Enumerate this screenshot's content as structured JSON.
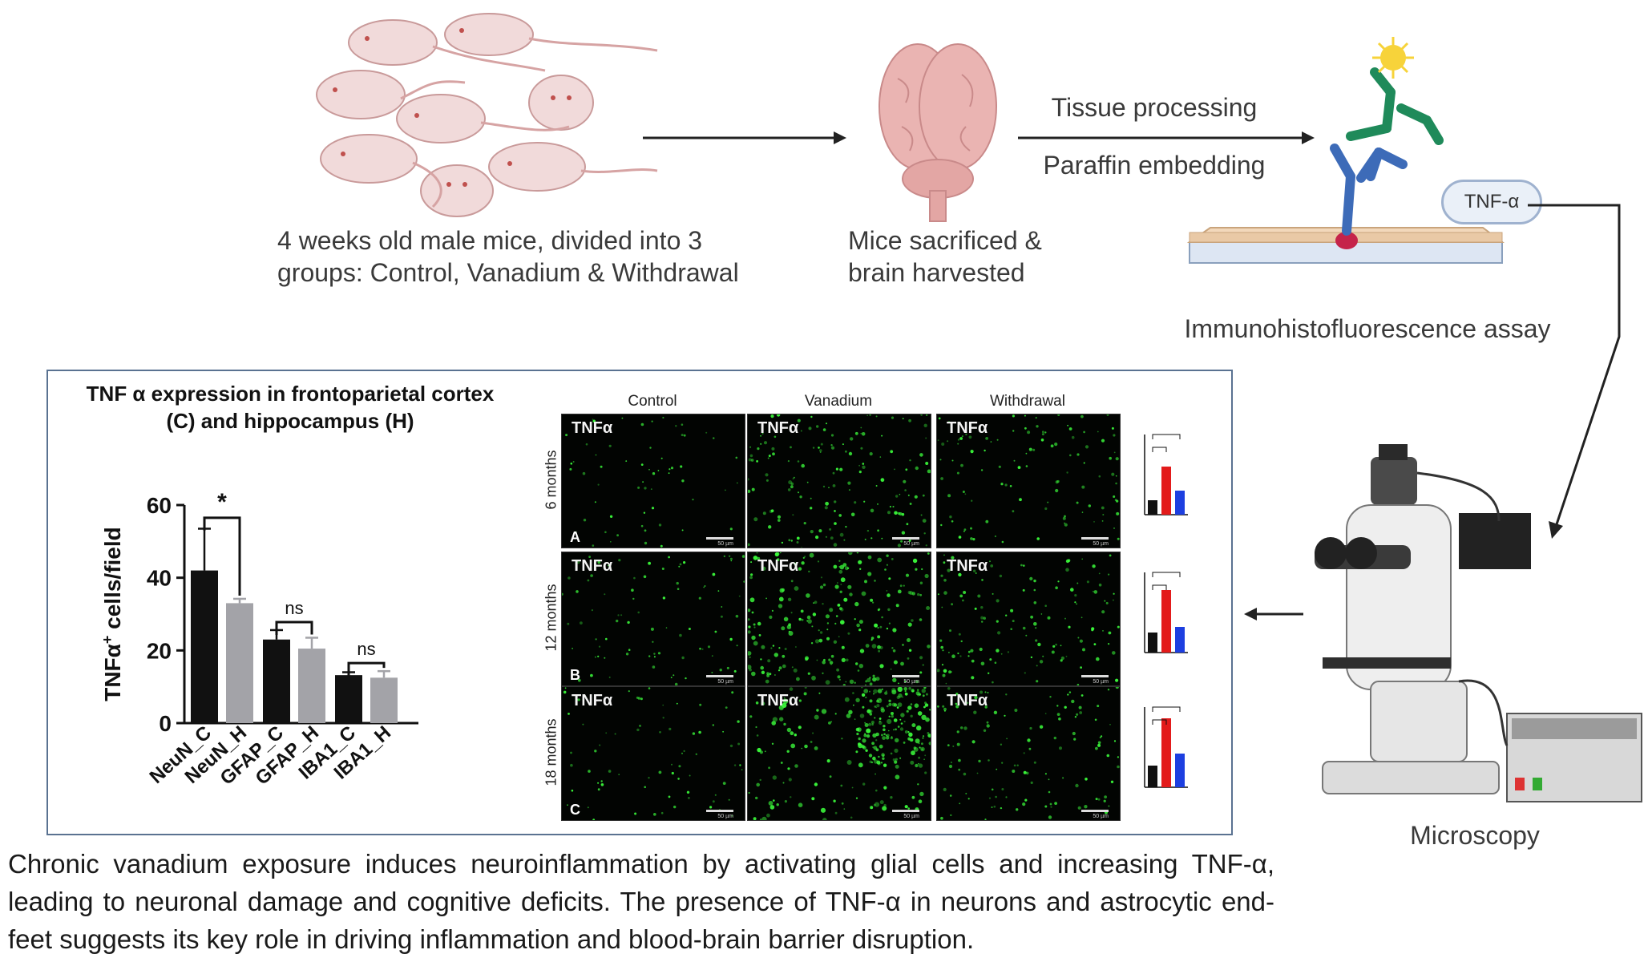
{
  "workflow": {
    "mice_label_line1": "4 weeks old male mice, divided into 3",
    "mice_label_line2": "groups: Control, Vanadium & Withdrawal",
    "brain_label_line1": "Mice sacrificed &",
    "brain_label_line2": "brain harvested",
    "step_top": "Tissue processing",
    "step_bottom": "Paraffin embedding",
    "antigen_label": "TNF-α",
    "assay_label": "Immunohistofluorescence assay",
    "microscopy_label": "Microscopy"
  },
  "panel": {
    "title_line1": "TNF α expression in frontoparietal cortex",
    "title_line2": "(C) and hippocampus (H)"
  },
  "chart_data": [
    {
      "type": "bar",
      "title": "",
      "ylabel_main": "TNFα",
      "ylabel_sup": "+",
      "ylabel_rest": " cells/field",
      "ylim": [
        0,
        60
      ],
      "yticks": [
        "0",
        "20",
        "40",
        "60"
      ],
      "categories": [
        "NeuN_C",
        "NeuN_H",
        "GFAP_C",
        "GFAP_H",
        "IBA1_C",
        "IBA1_H"
      ],
      "values": [
        42,
        33,
        23,
        20.5,
        13.2,
        12.5
      ],
      "errors": [
        11.5,
        1.2,
        2.6,
        3,
        0.8,
        1.8
      ],
      "colors": [
        "#111111",
        "#a3a3a8",
        "#111111",
        "#a3a3a8",
        "#111111",
        "#a3a3a8"
      ],
      "significance": [
        {
          "from": 0,
          "to": 1,
          "label": "*"
        },
        {
          "from": 2,
          "to": 3,
          "label": "ns"
        },
        {
          "from": 4,
          "to": 5,
          "label": "ns"
        }
      ]
    }
  ],
  "micrographs": {
    "columns": [
      "Control",
      "Vanadium",
      "Withdrawal"
    ],
    "rows": [
      {
        "label": "6 months",
        "letter": "A",
        "density": [
          0.15,
          0.55,
          0.35
        ]
      },
      {
        "label": "12 months",
        "letter": "B",
        "density": [
          0.25,
          0.85,
          0.45
        ]
      },
      {
        "label": "18 months",
        "letter": "C",
        "density": [
          0.2,
          1.0,
          0.4
        ]
      }
    ],
    "stain_label": "TNFα",
    "scale_label": "50 µm"
  },
  "caption": "Chronic vanadium exposure induces neuroinflammation by activating glial cells and increasing TNF-α, leading to neuronal damage and cognitive deficits. The presence of TNF-α in neurons and astrocytic end-feet suggests its key role in driving inflammation and blood-brain barrier disruption.",
  "colors": {
    "control_bar": "#111111",
    "vanadium_bar": "#e31b1b",
    "withdrawal_bar": "#1d3fe0",
    "fluorescence": "#3cff3c",
    "panel_border": "#5a7291"
  }
}
